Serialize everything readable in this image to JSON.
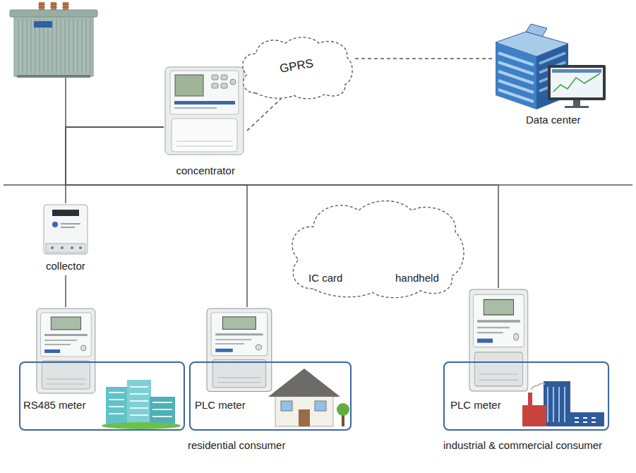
{
  "diagram": {
    "nodes": [
      {
        "text": [
          "concentrator"
        ]
      },
      {
        "text": [
          "GPRS"
        ]
      },
      {
        "text": [
          "Data center"
        ]
      },
      {
        "text": [
          "collector"
        ]
      },
      {
        "text": [
          "RS485 meter"
        ]
      },
      {
        "text": [
          "PLC meter"
        ]
      },
      {
        "text": [
          "IC card",
          "handheld"
        ]
      },
      {
        "text": [
          "PLC meter"
        ]
      }
    ],
    "edges": [
      {
        "from": 0,
        "to": 1,
        "arrow": "none"
      },
      {
        "from": 1,
        "to": 2,
        "arrow": "none"
      },
      {
        "from": 0,
        "to": 3,
        "arrow": "none"
      },
      {
        "from": 0,
        "to": 5,
        "arrow": "none"
      },
      {
        "from": 0,
        "to": 7,
        "arrow": "none"
      },
      {
        "from": 3,
        "to": 4,
        "arrow": "none"
      }
    ],
    "labels": [
      "residential consumer",
      "industrial & commercial consumer"
    ]
  }
}
